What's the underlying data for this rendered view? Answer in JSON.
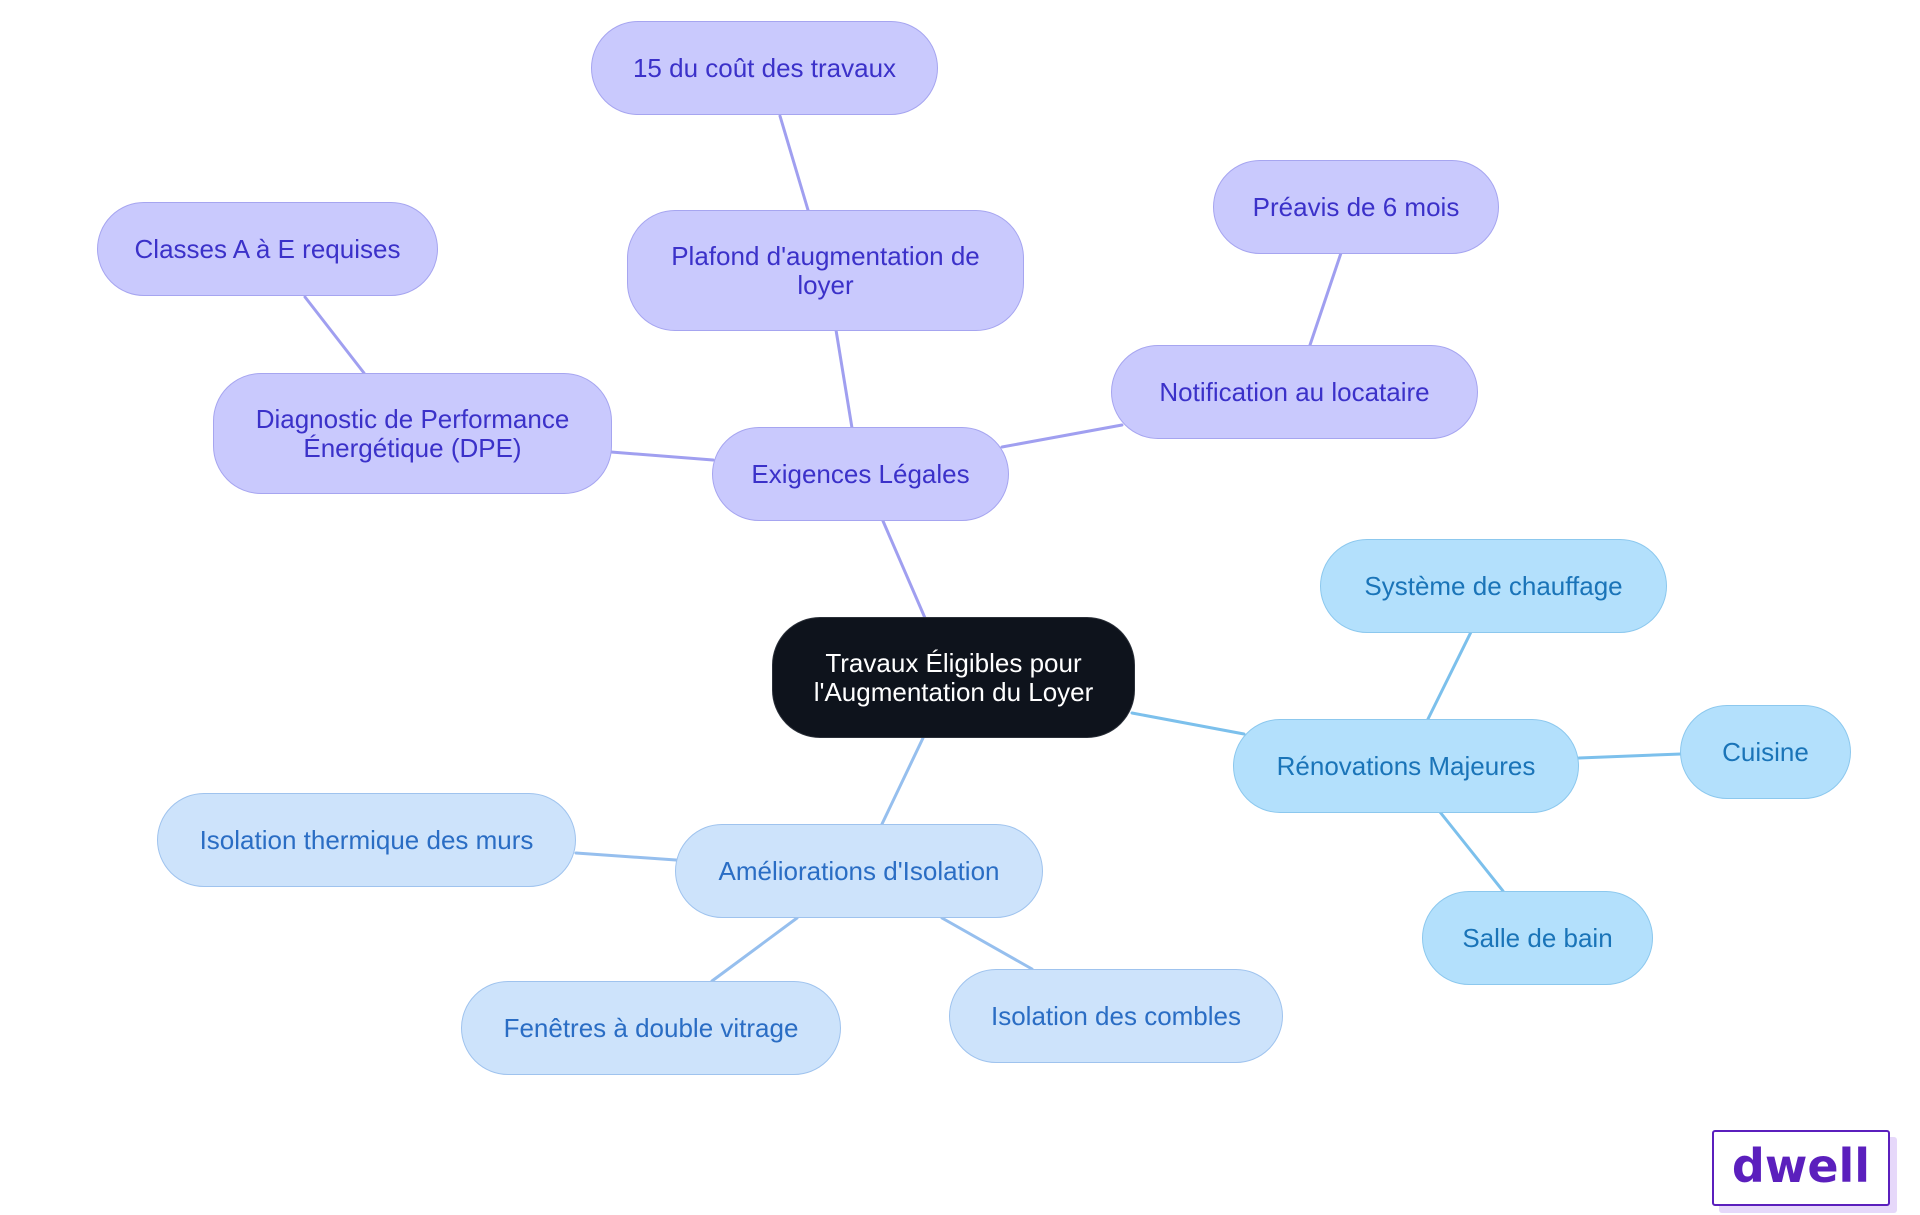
{
  "diagram": {
    "root": {
      "label_line1": "Travaux Éligibles pour",
      "label_line2": "l'Augmentation du Loyer"
    },
    "branches": {
      "legal": {
        "label": "Exigences Légales",
        "children": {
          "plafond": {
            "label_line1": "Plafond d'augmentation de",
            "label_line2": "loyer"
          },
          "cout": {
            "label": "15 du coût des travaux"
          },
          "notification": {
            "label": "Notification au locataire"
          },
          "preavis": {
            "label": "Préavis de 6 mois"
          },
          "dpe": {
            "label_line1": "Diagnostic de Performance",
            "label_line2": "Énergétique (DPE)"
          },
          "classes": {
            "label": "Classes A à E requises"
          }
        }
      },
      "renovations": {
        "label": "Rénovations Majeures",
        "children": {
          "chauffage": {
            "label": "Système de chauffage"
          },
          "cuisine": {
            "label": "Cuisine"
          },
          "salle_de_bain": {
            "label": "Salle de bain"
          }
        }
      },
      "isolation": {
        "label": "Améliorations d'Isolation",
        "children": {
          "murs": {
            "label": "Isolation thermique des murs"
          },
          "fenetres": {
            "label": "Fenêtres à double vitrage"
          },
          "combles": {
            "label": "Isolation des combles"
          }
        }
      }
    },
    "colors": {
      "root_fill": "#0e131c",
      "legal_fill": "#c9c9fd",
      "legal_edge": "#a09ff0",
      "renovations_fill": "#b3e0fc",
      "renovations_edge": "#7cc0ec",
      "isolation_fill": "#cde3fb",
      "isolation_edge": "#96bfee"
    }
  },
  "brand": {
    "logo_text": "dwell",
    "logo_color": "#5b1fbd"
  }
}
